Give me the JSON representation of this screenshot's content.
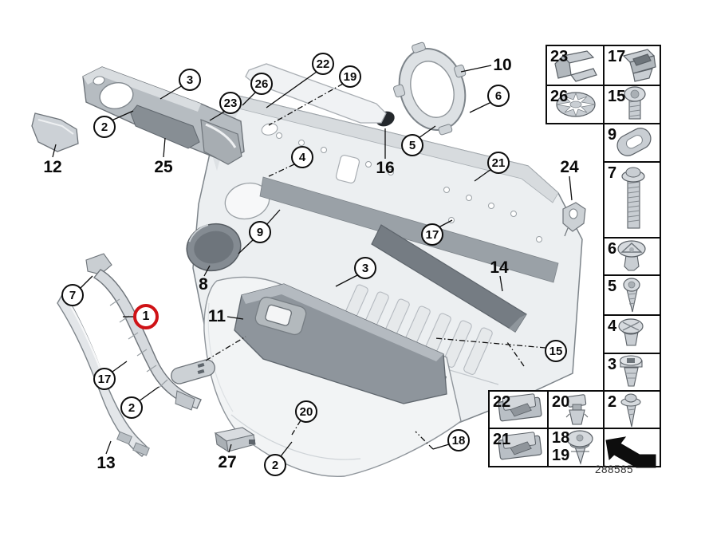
{
  "diagram": {
    "number": "288585"
  },
  "callouts": {
    "c22": "22",
    "c19": "19",
    "c26": "26",
    "c23": "23",
    "c3_top": "3",
    "c2_top": "2",
    "c4": "4",
    "c6": "6",
    "c5": "5",
    "c21": "21",
    "c9": "9",
    "c17_right": "17",
    "c3_mid": "3",
    "c1": "1",
    "c7": "7",
    "c17_left": "17",
    "c2_left": "2",
    "c15": "15",
    "c20": "20",
    "c2_bottom": "2",
    "c18": "18"
  },
  "part_labels": {
    "p10": "10",
    "p12": "12",
    "p25": "25",
    "p16": "16",
    "p8": "8",
    "p11": "11",
    "p13": "13",
    "p27": "27",
    "p14": "14",
    "p24": "24"
  },
  "fastener_table": {
    "n23": "23",
    "n17": "17",
    "n26": "26",
    "n15": "15",
    "n9": "9",
    "n7": "7",
    "n6": "6",
    "n5": "5",
    "n4": "4",
    "n3": "3",
    "n2": "2",
    "n22": "22",
    "n20": "20",
    "n21": "21",
    "n18": "18",
    "n19": "19"
  },
  "colors": {
    "highlight_red": "#cf1216",
    "line_black": "#0d0d0d",
    "panel_light": "#eceff1",
    "trim_dark": "#757c83"
  }
}
